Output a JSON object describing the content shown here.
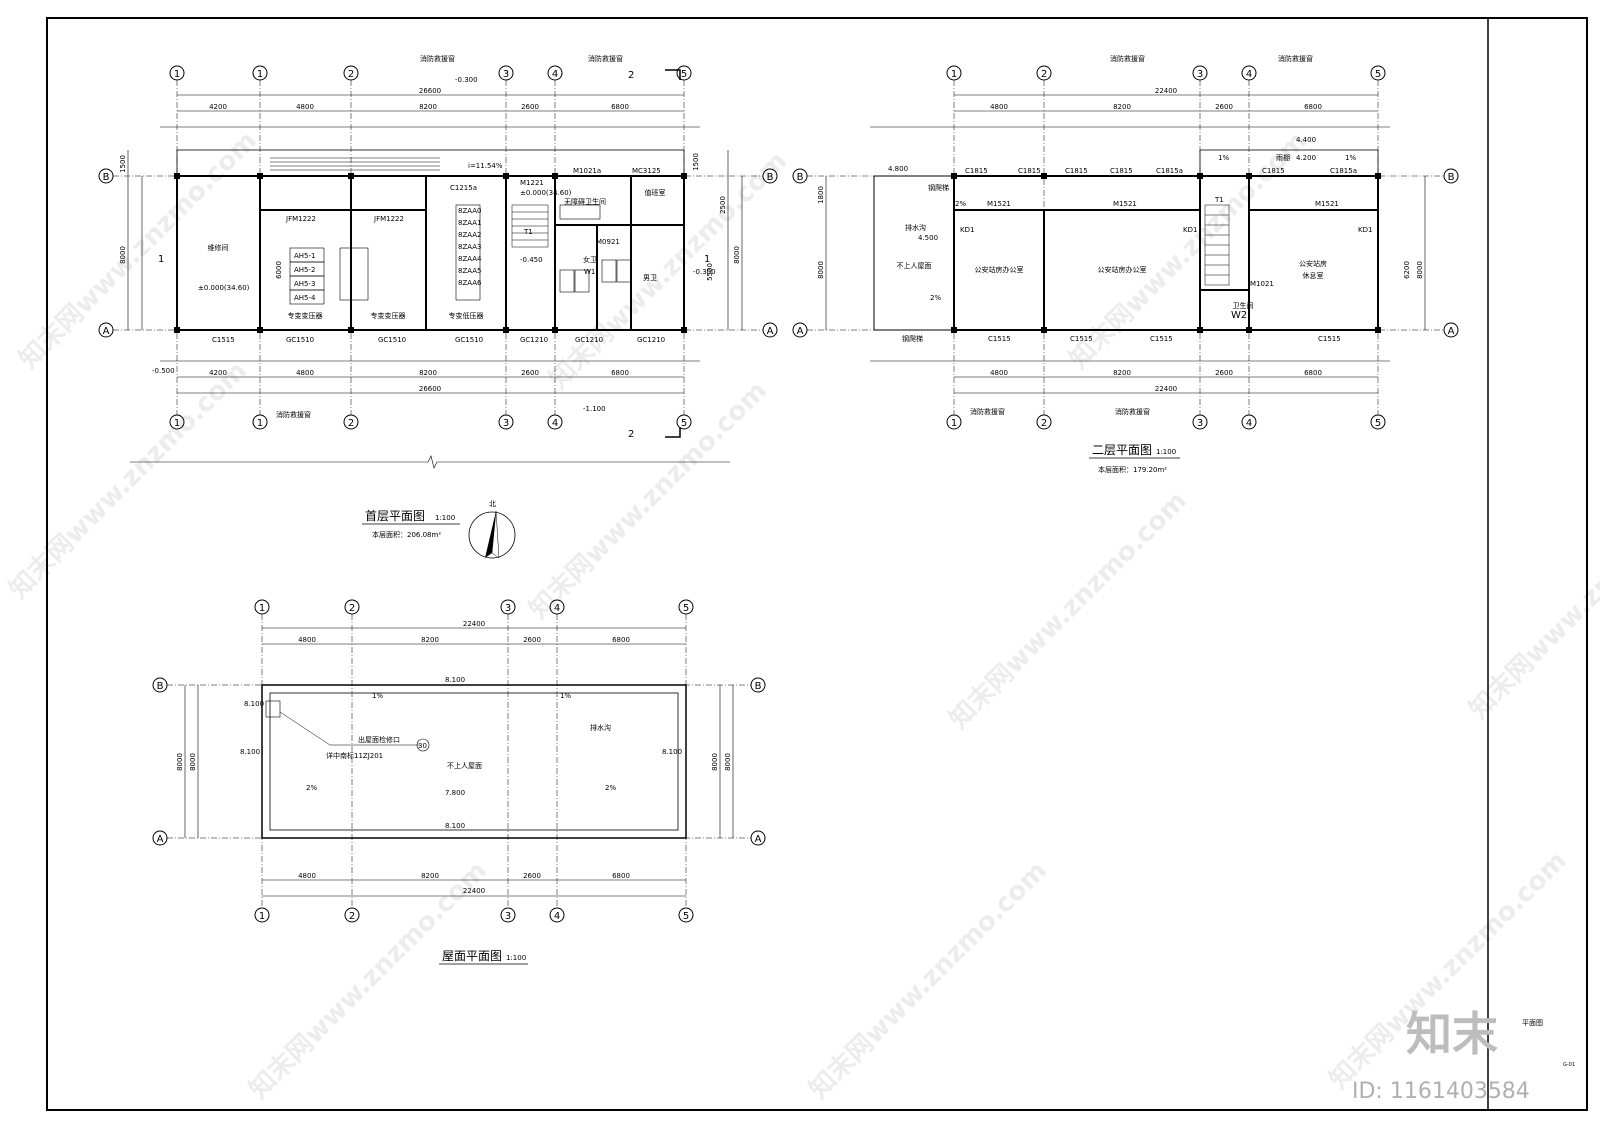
{
  "plans": {
    "ground": {
      "title": "首层平面图",
      "scale": "1:100",
      "area": "本层面积：206.08m²",
      "col_labels": [
        "1",
        "1",
        "2",
        "3",
        "4",
        "5"
      ],
      "row_labels": [
        "A",
        "B"
      ],
      "total_dim": "26600",
      "top_dims": [
        "4200",
        "4800",
        "8200",
        "2600",
        "6800"
      ],
      "bottom_dims": [
        "4200",
        "4800",
        "8200",
        "2600",
        "6800"
      ],
      "side_dims": [
        "1500",
        "8000",
        "6000",
        "2500",
        "5500",
        "1500"
      ],
      "rooms": [
        {
          "name": "维修间"
        },
        {
          "name": "专变变压器"
        },
        {
          "name": "专变变压器"
        },
        {
          "name": "专变低压器"
        },
        {
          "name": "女卫"
        },
        {
          "name": "男卫"
        },
        {
          "name": "值班室"
        },
        {
          "name": "无障碍卫生间"
        }
      ],
      "labels": {
        "fire_window_top_1": "消防救援窗",
        "fire_window_top_2": "消防救援窗",
        "fire_window_bottom": "消防救援窗",
        "slope": "i=11.54%",
        "elev_0": "±0.000(34.60)",
        "elev_0b": "±0.000(34.60)",
        "elev_m03": "-0.300",
        "elev_m045": "-0.450",
        "elev_m05": "-0.500",
        "elev_m11": "-1.100",
        "door_1": "M1221",
        "door_2": "M1021a",
        "door_3": "MC3125",
        "door_4": "M0921",
        "door_5": "JFM1222",
        "door_6": "JFM1222",
        "window_1": "GC1510",
        "window_2": "GC1510",
        "window_3": "GC1510",
        "window_4": "GC1210",
        "window_5": "GC1210",
        "window_6": "GC1210",
        "window_7": "C1515",
        "window_8": "C1215a",
        "stair": "T1",
        "toilet": "W1",
        "section": "2",
        "section_b": "1",
        "ah_1": "AH5-1",
        "ah_2": "AH5-2",
        "ah_3": "AH5-3",
        "ah_4": "AH5-4",
        "aa": [
          "8ZAA0",
          "8ZAA1",
          "8ZAA2",
          "8ZAA3",
          "8ZAA4",
          "8ZAA5",
          "8ZAA6"
        ]
      }
    },
    "second": {
      "title": "二层平面图",
      "scale": "1:100",
      "area": "本层面积：179.20m²",
      "col_labels": [
        "1",
        "2",
        "3",
        "4",
        "5"
      ],
      "row_labels": [
        "A",
        "B"
      ],
      "total_dim": "22400",
      "top_dims": [
        "4800",
        "8200",
        "2600",
        "6800"
      ],
      "bottom_dims": [
        "4800",
        "8200",
        "2600",
        "6800"
      ],
      "side_dims": [
        "1800",
        "8000",
        "6200"
      ],
      "rooms": [
        {
          "name": "不上人屋面"
        },
        {
          "name": "公安站房办公室"
        },
        {
          "name": "公安站房办公室"
        },
        {
          "name": "公安站房"
        },
        {
          "name": "休息室"
        },
        {
          "name": "卫生间"
        }
      ],
      "labels": {
        "fire_window_top_1": "消防救援窗",
        "fire_window_top_2": "消防救援窗",
        "fire_window_bottom": "消防救援窗",
        "elev_48": "4.800",
        "elev_45": "4.500",
        "elev_42": "4.200",
        "elev_44": "4.400",
        "slope_1": "2%",
        "slope_2": "2%",
        "slope_3": "1%",
        "slope_4": "1%",
        "drain": "排水沟",
        "rain": "雨棚",
        "steel_ladder": "钢爬梯",
        "window_c1815": "C1815",
        "window_c1815a": "C1815a",
        "window_c1515": "C1515",
        "door_m1521": "M1521",
        "door_m1021": "M1021",
        "stair": "T1",
        "toilet": "W2",
        "kd": "KD1"
      }
    },
    "roof": {
      "title": "屋面平面图",
      "scale": "1:100",
      "col_labels": [
        "1",
        "2",
        "3",
        "4",
        "5"
      ],
      "row_labels": [
        "A",
        "B"
      ],
      "total_dim": "22400",
      "top_dims": [
        "4800",
        "8200",
        "2600",
        "6800"
      ],
      "bottom_dims": [
        "4800",
        "8200",
        "2600",
        "6800"
      ],
      "side_dims": [
        "8000",
        "8000"
      ],
      "labels": {
        "elev_81_a": "8.100",
        "elev_81_b": "8.100",
        "elev_81_c": "8.100",
        "elev_81_d": "8.100",
        "elev_81_e": "8.100",
        "elev_78": "7.800",
        "slope_1": "1%",
        "slope_2": "1%",
        "slope_3": "2%",
        "slope_4": "2%",
        "drain": "排水沟",
        "roof_text": "不上人屋面",
        "hatch": "出屋面检修口",
        "detail_ref": "详中南标11ZJ201",
        "detail_num": "30"
      }
    }
  },
  "north": {
    "label": "北"
  },
  "title_block": {
    "brand": "知末",
    "sheet_name": "平面图",
    "sheet_code": "G-01",
    "id": "ID: 1161403584"
  },
  "watermarks": [
    "知末网www.znzmo.com"
  ]
}
